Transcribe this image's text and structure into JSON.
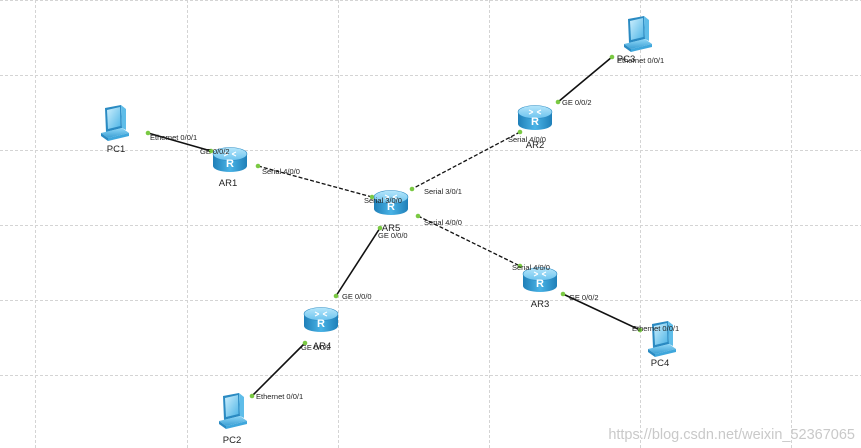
{
  "devices": [
    {
      "id": "PC1",
      "kind": "pc",
      "label": "PC1"
    },
    {
      "id": "PC2",
      "kind": "pc",
      "label": "PC2"
    },
    {
      "id": "PC3",
      "kind": "pc",
      "label": "PC3"
    },
    {
      "id": "PC4",
      "kind": "pc",
      "label": "PC4"
    },
    {
      "id": "AR1",
      "kind": "router",
      "label": "AR1"
    },
    {
      "id": "AR2",
      "kind": "router",
      "label": "AR2"
    },
    {
      "id": "AR3",
      "kind": "router",
      "label": "AR3"
    },
    {
      "id": "AR4",
      "kind": "router",
      "label": "AR4"
    },
    {
      "id": "AR5",
      "kind": "router",
      "label": "AR5"
    }
  ],
  "links": [
    {
      "from": "PC1",
      "to": "AR1",
      "type": "ethernet",
      "from_port": "Ethernet 0/0/1",
      "to_port": "GE 0/0/2"
    },
    {
      "from": "AR1",
      "to": "AR5",
      "type": "serial",
      "from_port": "Serial 4/0/0",
      "to_port": "Serial 3/0/0"
    },
    {
      "from": "PC3",
      "to": "AR2",
      "type": "ethernet",
      "from_port": "Ethernet 0/0/1",
      "to_port": "GE 0/0/2"
    },
    {
      "from": "AR2",
      "to": "AR5",
      "type": "serial",
      "from_port": "Serial 4/0/0",
      "to_port": "Serial 3/0/1"
    },
    {
      "from": "AR5",
      "to": "AR3",
      "type": "serial",
      "from_port": "Serial 4/0/0",
      "to_port": "Serial 4/0/0"
    },
    {
      "from": "AR3",
      "to": "PC4",
      "type": "ethernet",
      "from_port": "GE 0/0/2",
      "to_port": "Ethernet 0/0/1"
    },
    {
      "from": "AR5",
      "to": "AR4",
      "type": "ethernet",
      "from_port": "GE 0/0/0",
      "to_port": "GE 0/0/0"
    },
    {
      "from": "AR4",
      "to": "PC2",
      "type": "ethernet",
      "from_port": "GE 0/0/2",
      "to_port": "Ethernet 0/0/1"
    }
  ],
  "watermark": "https://blog.csdn.net/weixin_52367065",
  "colors": {
    "background": "#ffffff",
    "grid": "#d4d4d4",
    "link": "#111111",
    "port_dot": "#7ac943",
    "router_body": "#3aa0d6",
    "router_top": "#8fd4f4",
    "pc_screen": "#7fd0f5",
    "pc_body": "#5bbbe8"
  }
}
